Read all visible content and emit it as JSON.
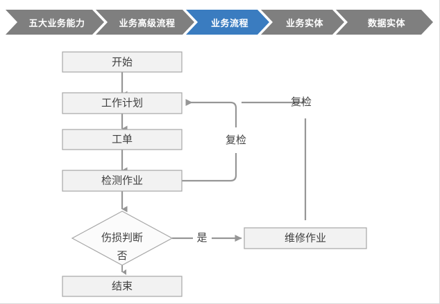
{
  "breadcrumb": {
    "items": [
      {
        "label": "五大业务能力",
        "state": "inactive"
      },
      {
        "label": "业务高级流程",
        "state": "inactive"
      },
      {
        "label": "业务流程",
        "state": "active"
      },
      {
        "label": "业务实体",
        "state": "inactive"
      },
      {
        "label": "数据实体",
        "state": "inactive"
      }
    ],
    "colors": {
      "inactive_bg": "#7f7f7f",
      "active_bg": "#3a7cc0",
      "label_color": "#ffffff"
    }
  },
  "flowchart": {
    "type": "flowchart",
    "colors": {
      "node_fill": "#f2f2f2",
      "node_stroke": "#a6a6a6",
      "diamond_fill": "#fbfbfb",
      "edge_stroke": "#969696",
      "text": "#404040"
    },
    "nodes": [
      {
        "id": "start",
        "label": "开始",
        "shape": "rect"
      },
      {
        "id": "workplan",
        "label": "工作计划",
        "shape": "rect"
      },
      {
        "id": "workorder",
        "label": "工单",
        "shape": "rect"
      },
      {
        "id": "inspect",
        "label": "检测作业",
        "shape": "rect"
      },
      {
        "id": "decision",
        "label": "伤损判断",
        "shape": "diamond"
      },
      {
        "id": "repair",
        "label": "维修作业",
        "shape": "rect"
      },
      {
        "id": "end",
        "label": "结束",
        "shape": "rect"
      }
    ],
    "edges": [
      {
        "from": "start",
        "to": "workplan",
        "label": ""
      },
      {
        "from": "workplan",
        "to": "workorder",
        "label": ""
      },
      {
        "from": "workorder",
        "to": "inspect",
        "label": ""
      },
      {
        "from": "inspect",
        "to": "decision",
        "label": ""
      },
      {
        "from": "inspect",
        "to": "workplan",
        "label": "复检"
      },
      {
        "from": "decision",
        "to": "repair",
        "label": "是"
      },
      {
        "from": "decision",
        "to": "end",
        "label": "否"
      },
      {
        "from": "repair",
        "to": "workplan",
        "label": "复检"
      }
    ],
    "labels": {
      "recheck_inner": "复检",
      "recheck_outer": "复检",
      "yes": "是",
      "no": "否"
    }
  }
}
